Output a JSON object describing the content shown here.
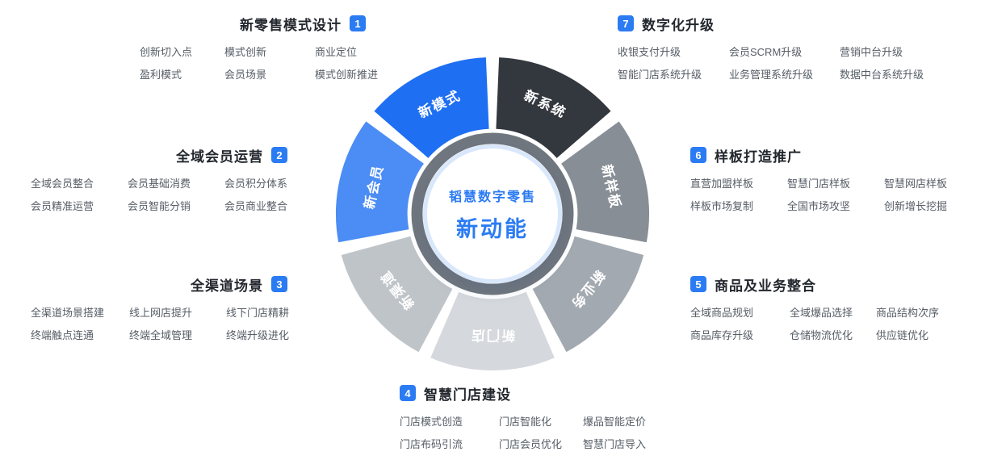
{
  "center": {
    "line1": "韬慧数字零售",
    "line2": "新动能"
  },
  "wheel": {
    "ring_color": "#71777f",
    "inner_ring_color": "#d9e7fb",
    "segments": [
      {
        "label": "新系统",
        "color": "#33373e"
      },
      {
        "label": "新样板",
        "color": "#878e96"
      },
      {
        "label": "新业务",
        "color": "#a3a9b0"
      },
      {
        "label": "新门店",
        "color": "#d5d8dc"
      },
      {
        "label": "新渠道",
        "color": "#bfc4c9"
      },
      {
        "label": "新会员",
        "color": "#4b8cf5"
      },
      {
        "label": "新模式",
        "color": "#1f6ff2"
      }
    ]
  },
  "accent_color": "#2b7bf3",
  "sections": [
    {
      "num": "1",
      "title": "新零售模式设计",
      "badge_side": "right",
      "items": [
        [
          "创新切入点",
          "模式创新",
          "商业定位"
        ],
        [
          "盈利模式",
          "会员场景",
          "模式创新推进"
        ]
      ]
    },
    {
      "num": "2",
      "title": "全域会员运营",
      "badge_side": "right",
      "items": [
        [
          "全域会员整合",
          "会员基础消费",
          "会员积分体系"
        ],
        [
          "会员精准运营",
          "会员智能分销",
          "会员商业整合"
        ]
      ]
    },
    {
      "num": "3",
      "title": "全渠道场景",
      "badge_side": "right",
      "items": [
        [
          "全渠道场景搭建",
          "线上网店提升",
          "线下门店精耕"
        ],
        [
          "终端触点连通",
          "终端全域管理",
          "终端升级进化"
        ]
      ]
    },
    {
      "num": "4",
      "title": "智慧门店建设",
      "badge_side": "left",
      "items": [
        [
          "门店模式创造",
          "门店智能化",
          "爆品智能定价"
        ],
        [
          "门店布码引流",
          "门店会员优化",
          "智慧门店导入"
        ]
      ]
    },
    {
      "num": "5",
      "title": "商品及业务整合",
      "badge_side": "left",
      "items": [
        [
          "全域商品规划",
          "全域爆品选择",
          "商品结构次序"
        ],
        [
          "商品库存升级",
          "仓储物流优化",
          "供应链优化"
        ]
      ]
    },
    {
      "num": "6",
      "title": "样板打造推广",
      "badge_side": "left",
      "items": [
        [
          "直营加盟样板",
          "智慧门店样板",
          "智慧网店样板"
        ],
        [
          "样板市场复制",
          "全国市场攻坚",
          "创新增长挖掘"
        ]
      ]
    },
    {
      "num": "7",
      "title": "数字化升级",
      "badge_side": "left",
      "items": [
        [
          "收银支付升级",
          "会员SCRM升级",
          "营销中台升级"
        ],
        [
          "智能门店系统升级",
          "业务管理系统升级",
          "数据中台系统升级"
        ]
      ]
    }
  ]
}
